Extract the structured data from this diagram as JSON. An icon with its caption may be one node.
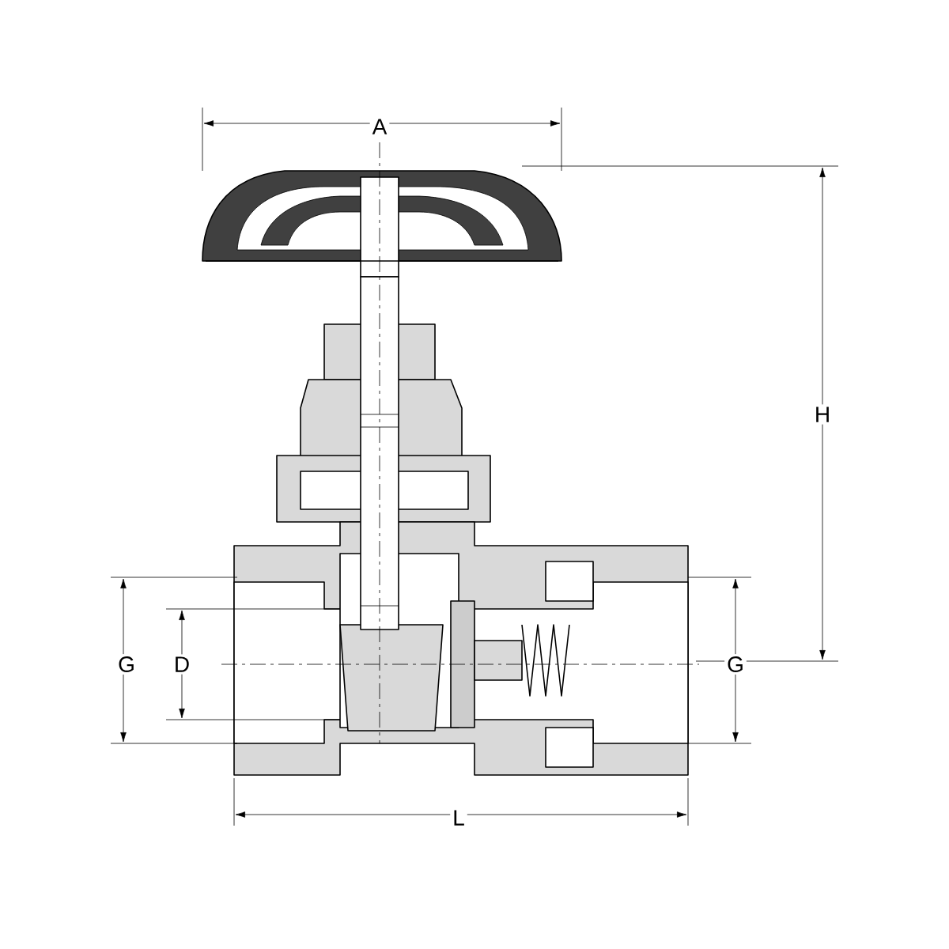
{
  "diagram": {
    "labels": [
      "A",
      "H",
      "G",
      "D",
      "G",
      "L"
    ]
  }
}
